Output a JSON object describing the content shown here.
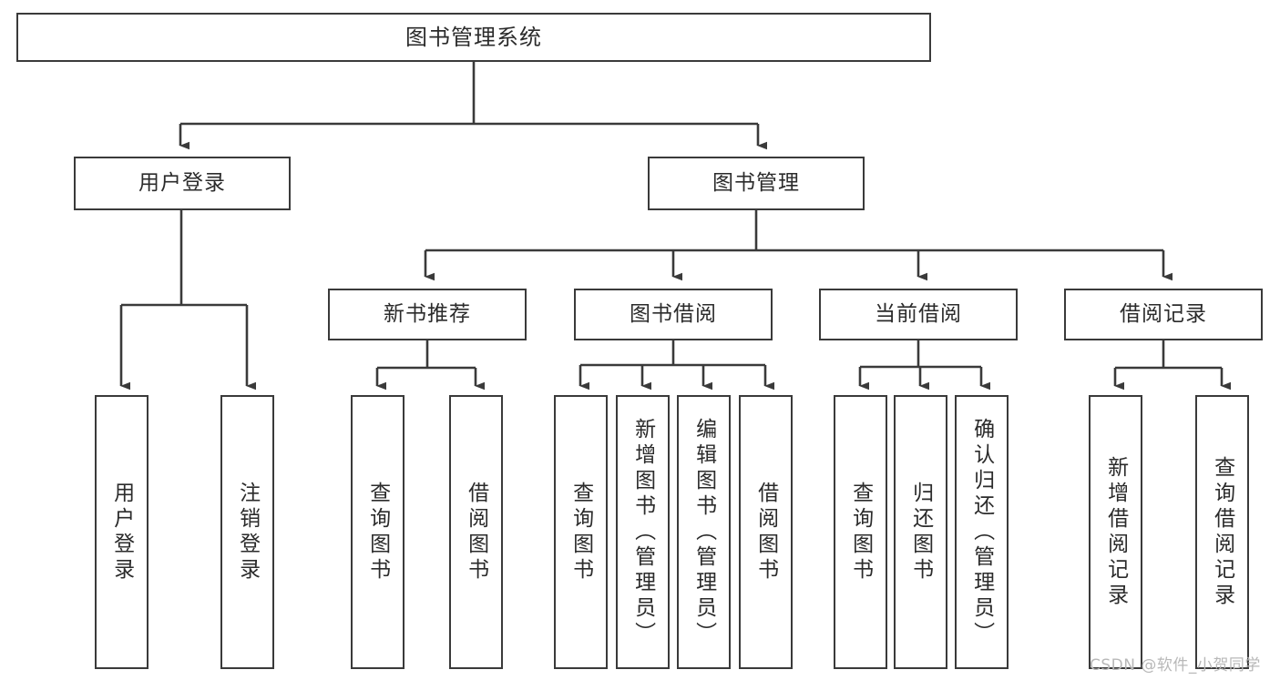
{
  "diagram": {
    "title": "图书管理系统",
    "type": "functional-structure-tree",
    "colors": {
      "box_border": "#3a3a3a",
      "box_fill": "#ffffff",
      "line": "#3a3a3a",
      "text": "#2b2b2b",
      "watermark": "#b8b8b8"
    },
    "root": {
      "label": "图书管理系统"
    },
    "level2": [
      {
        "id": "user-login",
        "label": "用户登录"
      },
      {
        "id": "book-manage",
        "label": "图书管理"
      }
    ],
    "level3": [
      {
        "id": "new-book-recommend",
        "label": "新书推荐"
      },
      {
        "id": "book-borrow",
        "label": "图书借阅"
      },
      {
        "id": "current-borrow",
        "label": "当前借阅"
      },
      {
        "id": "borrow-record",
        "label": "借阅记录"
      }
    ],
    "leaves": {
      "user_login": [
        {
          "id": "leaf-user-login",
          "label": "用户登录"
        },
        {
          "id": "leaf-logout-login",
          "label": "注销登录"
        }
      ],
      "new_book_recommend": [
        {
          "id": "leaf-query-book-1",
          "label": "查询图书"
        },
        {
          "id": "leaf-borrow-book-1",
          "label": "借阅图书"
        }
      ],
      "book_borrow": [
        {
          "id": "leaf-query-book-2",
          "label": "查询图书"
        },
        {
          "id": "leaf-add-book",
          "label": "新增图书（管理员）"
        },
        {
          "id": "leaf-edit-book",
          "label": "编辑图书（管理员）"
        },
        {
          "id": "leaf-borrow-book-2",
          "label": "借阅图书"
        }
      ],
      "current_borrow": [
        {
          "id": "leaf-query-book-3",
          "label": "查询图书"
        },
        {
          "id": "leaf-return-book",
          "label": "归还图书"
        },
        {
          "id": "leaf-confirm-return",
          "label": "确认归还（管理员）"
        }
      ],
      "borrow_record": [
        {
          "id": "leaf-add-record",
          "label": "新增借阅记录"
        },
        {
          "id": "leaf-query-record",
          "label": "查询借阅记录"
        }
      ]
    },
    "watermark": "CSDN @软件_小贺同学"
  }
}
